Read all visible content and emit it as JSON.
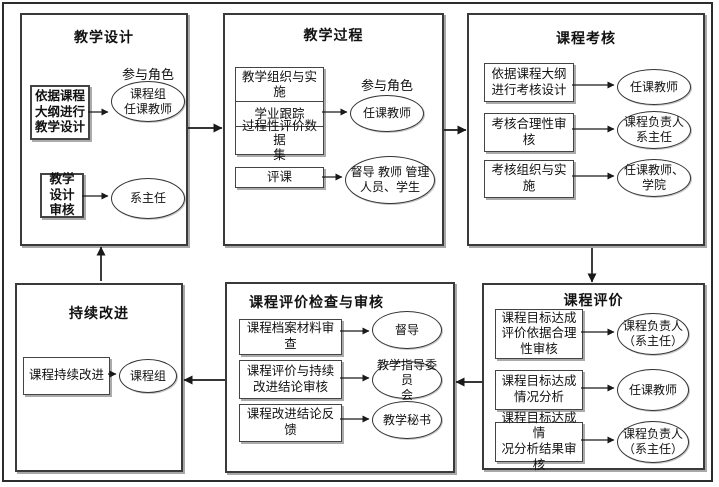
{
  "diagram": {
    "type": "flowchart",
    "language": "zh-CN",
    "colors": {
      "line": "#1a1a1a",
      "panel_border": "#3a3a3a",
      "shadow": "#a8a8a8",
      "background": "#ffffff"
    },
    "panels": {
      "teaching_design": {
        "title": "教学设计",
        "role_label": "参与角色",
        "box1": [
          "依据课程",
          "大纲进行",
          "教学设计"
        ],
        "ellipse1": [
          "课程组",
          "任课教师"
        ],
        "box2": [
          "教学",
          "设计",
          "审核"
        ],
        "ellipse2": [
          "系主任"
        ]
      },
      "teaching_process": {
        "title": "教学过程",
        "role_label": "参与角色",
        "stack_row1": [
          "教学组织与实",
          "施"
        ],
        "stack_row2": [
          "学业跟踪"
        ],
        "stack_row3": [
          "过程性评价数据",
          "集"
        ],
        "ellipse1": [
          "任课教师"
        ],
        "box2": [
          "评课"
        ],
        "ellipse2": [
          "督导 教师 管理",
          "人员、学生"
        ]
      },
      "course_assessment": {
        "title": "课程考核",
        "box1": [
          "依据课程大纲",
          "进行考核设计"
        ],
        "ellipse1": [
          "任课教师"
        ],
        "box2": [
          "考核合理性审",
          "核"
        ],
        "ellipse2": [
          "课程负责人",
          "系主任"
        ],
        "box3": [
          "考核组织与实",
          "施"
        ],
        "ellipse3": [
          "任课教师、",
          "学院"
        ]
      },
      "course_evaluation": {
        "title": "课程评价",
        "box1": [
          "课程目标达成",
          "评价依据合理",
          "性审核"
        ],
        "ellipse1": [
          "课程负责人",
          "（系主任）"
        ],
        "box2": [
          "课程目标达成",
          "情况分析"
        ],
        "ellipse2": [
          "任课教师"
        ],
        "box3": [
          "课程目标达成情",
          "况分析结果审核"
        ],
        "ellipse3": [
          "课程负责人",
          "（系主任）"
        ]
      },
      "evaluation_review": {
        "title": "课程评价检查与审核",
        "box1": [
          "课程档案材料审",
          "查"
        ],
        "ellipse1": [
          "督导"
        ],
        "box2": [
          "课程评价与持续",
          "改进结论审核"
        ],
        "ellipse2": [
          "教学指导委员",
          "会"
        ],
        "box3": [
          "课程改进结论反",
          "馈"
        ],
        "ellipse3": [
          "教学秘书"
        ]
      },
      "continuous_improvement": {
        "title": "持续改进",
        "box1": [
          "课程持续改进"
        ],
        "ellipse1": [
          "课程组"
        ]
      }
    }
  }
}
